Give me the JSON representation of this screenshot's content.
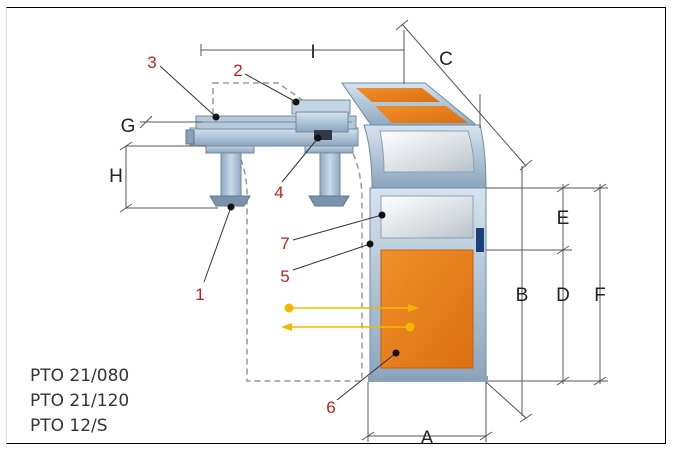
{
  "dimension_labels": {
    "A": "A",
    "B": "B",
    "C": "C",
    "D": "D",
    "E": "E",
    "F": "F",
    "G": "G",
    "H": "H",
    "I": "I"
  },
  "part_labels": {
    "p1": "1",
    "p2": "2",
    "p3": "3",
    "p4": "4",
    "p5": "5",
    "p6": "6",
    "p7": "7"
  },
  "models": [
    "PTO 21/080",
    "PTO 21/120",
    "PTO 12/S"
  ],
  "colors": {
    "panel_orange": "#e8801e",
    "frame_steel": "#a9bfd3",
    "part_label_red": "#c2201b",
    "arrow_yellow": "#f2b800"
  }
}
